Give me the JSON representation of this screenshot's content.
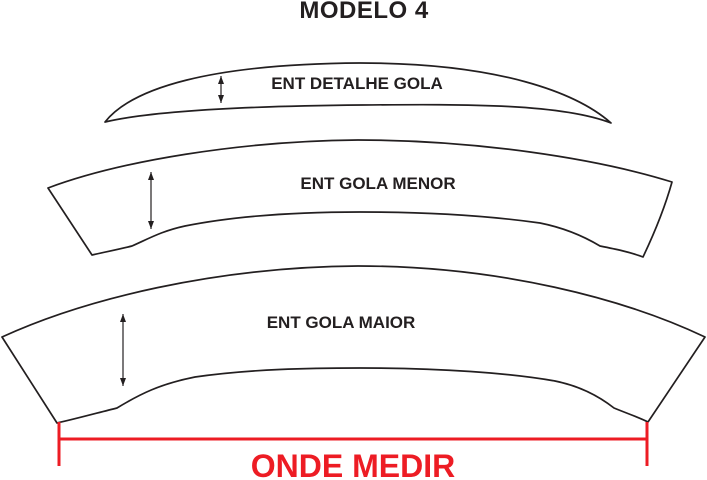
{
  "title": "MODELO 4",
  "pieces": [
    {
      "label": "ENT DETALHE GOLA",
      "arrow_icon": "double-headed-vertical-arrow"
    },
    {
      "label": "ENT GOLA MENOR",
      "arrow_icon": "double-headed-vertical-arrow"
    },
    {
      "label": "ENT GOLA MAIOR",
      "arrow_icon": "double-headed-vertical-arrow"
    }
  ],
  "measurement": {
    "label": "ONDE MEDIR",
    "icon": "measure-extent-bracket"
  },
  "colors": {
    "outline": "#231f20",
    "text": "#231f20",
    "measure": "#ed1c24",
    "background": "#ffffff"
  }
}
